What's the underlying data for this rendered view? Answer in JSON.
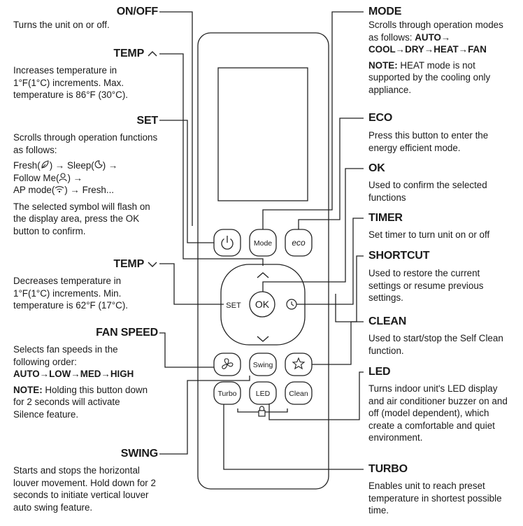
{
  "left": {
    "onoff": {
      "title": "ON/OFF",
      "desc": "Turns the unit on or off."
    },
    "temp_up": {
      "title": "TEMP",
      "desc": "Increases temperature in 1°F(1°C) increments. Max. temperature is 86°F (30°C)."
    },
    "set": {
      "title": "SET",
      "intro": "Scrolls through operation functions as follows:",
      "fresh": "Fresh(",
      "sleep": "Sleep(",
      "follow": "Follow Me(",
      "ap": "AP mode(",
      "fresh_end": "Fresh...",
      "close": ")",
      "arrow": "→",
      "note": "The selected symbol will flash on the display area, press the OK button to confirm."
    },
    "temp_down": {
      "title": "TEMP",
      "desc": "Decreases temperature in 1°F(1°C) increments. Min. temperature is 62°F (17°C)."
    },
    "fan": {
      "title": "FAN SPEED",
      "desc": "Selects fan speeds in the following order:",
      "order": "AUTO→LOW→MED→HIGH",
      "note_label": "NOTE:",
      "note": " Holding this button down for 2 seconds will activate Silence feature."
    },
    "swing": {
      "title": "SWING",
      "desc": "Starts and stops the horizontal louver movement. Hold down for 2 seconds to initiate vertical louver auto swing feature."
    }
  },
  "right": {
    "mode": {
      "title": "MODE",
      "desc": "Scrolls through operation modes as follows: ",
      "order": "AUTO→ COOL→DRY→HEAT→FAN",
      "note_label": "NOTE:",
      "note": " HEAT mode is not supported by the cooling only appliance."
    },
    "eco": {
      "title": "ECO",
      "desc": "Press this button to enter the energy efficient mode."
    },
    "ok": {
      "title": "OK",
      "desc": "Used to confirm the selected functions"
    },
    "timer": {
      "title": "TIMER",
      "desc": "Set timer to turn unit on or off"
    },
    "shortcut": {
      "title": "SHORTCUT",
      "desc": "Used to restore the current settings or resume previous settings."
    },
    "clean": {
      "title": "CLEAN",
      "desc": "Used to start/stop the Self Clean function."
    },
    "led": {
      "title": "LED",
      "desc": "Turns indoor unit's LED display and air conditioner buzzer on and off (model dependent), which create a comfortable and quiet environment."
    },
    "turbo": {
      "title": "TURBO",
      "desc": "Enables unit to reach preset temperature in shortest possible time."
    }
  },
  "remote": {
    "mode_btn": "Mode",
    "eco_btn": "eco",
    "set_label": "SET",
    "ok_btn": "OK",
    "swing_btn": "Swing",
    "turbo_btn": "Turbo",
    "led_btn": "LED",
    "clean_btn": "Clean"
  },
  "icons": {
    "power": "power-icon",
    "up": "chevron-up-icon",
    "down": "chevron-down-icon",
    "timer": "clock-icon",
    "fan": "fan-icon",
    "star": "star-icon",
    "lock": "lock-icon",
    "sleep": "moon-icon",
    "leaf": "leaf-icon",
    "person": "person-icon",
    "wifi": "wifi-icon"
  }
}
